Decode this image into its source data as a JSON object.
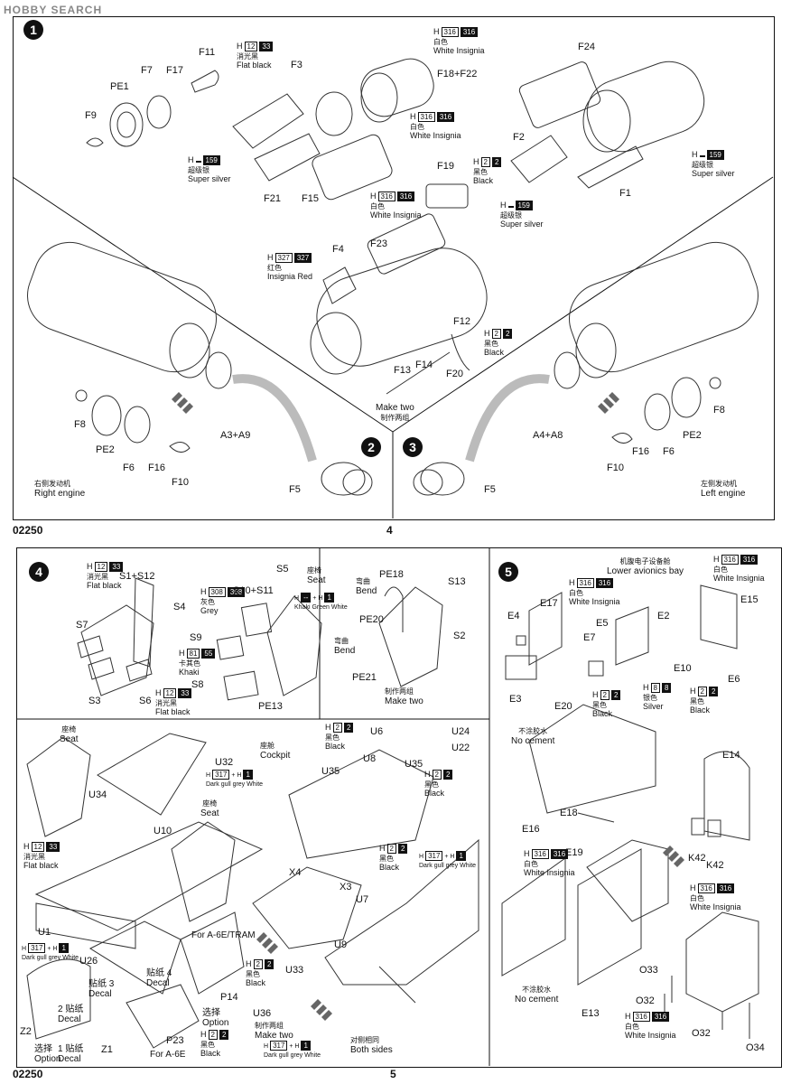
{
  "watermark": "HOBBY SEARCH",
  "page_top": {
    "number": "4",
    "code": "02250"
  },
  "page_bottom": {
    "number": "5",
    "code": "02250"
  },
  "steps": {
    "s1": "1",
    "s2": "2",
    "s3": "3",
    "s4": "4",
    "s5": "5"
  },
  "colors": {
    "flat_black": {
      "code": "12",
      "code2": "33",
      "cn": "消光黑",
      "en": "Flat black"
    },
    "white1": {
      "code": "316",
      "code2": "316",
      "cn": "白色",
      "en": "White Insignia"
    },
    "super_silver": {
      "code": "",
      "code2": "159",
      "cn": "超级银",
      "en": "Super silver"
    },
    "black": {
      "code": "2",
      "code2": "2",
      "cn": "黑色",
      "en": "Black"
    },
    "red": {
      "code": "327",
      "code2": "327",
      "cn": "红色",
      "en": "Insignia Red"
    },
    "grey": {
      "code": "308",
      "code2": "308",
      "cn": "灰色",
      "en": "Grey"
    },
    "khaki": {
      "code": "81",
      "code2": "55",
      "cn": "卡其色",
      "en": "Khaki"
    },
    "silver": {
      "code": "8",
      "code2": "8",
      "cn": "银色",
      "en": "Silver"
    },
    "dgg": {
      "code": "317",
      "code2": "317",
      "cn": "灰色",
      "en": "Dark gull grey"
    },
    "white2": {
      "code": "1",
      "code2": "1",
      "cn": "白色",
      "en": "White"
    }
  },
  "p1": {
    "parts": [
      "F11",
      "F7",
      "F17",
      "PE1",
      "F9",
      "F3",
      "F18+F22",
      "F24",
      "F2",
      "F21",
      "F15",
      "F19",
      "F1",
      "F23",
      "F4",
      "F12",
      "F13",
      "F14",
      "F20",
      "A3+A9",
      "F8",
      "PE2",
      "F6",
      "F16",
      "F10",
      "F5",
      "A4+A8",
      "F8",
      "F6",
      "PE2",
      "F16",
      "F10",
      "F5"
    ],
    "make_two_cn": "制作两组",
    "make_two": "Make two",
    "right_cn": "右侧发动机",
    "right": "Right engine",
    "left_cn": "左侧发动机",
    "left": "Left engine"
  },
  "p2": {
    "step4_parts": [
      "S1+S12",
      "S4",
      "S7",
      "S3",
      "S6",
      "S10+S11",
      "S9",
      "S8",
      "PE13",
      "S5",
      "PE18",
      "S13",
      "PE20",
      "S2",
      "PE21"
    ],
    "seat_cn": "座椅",
    "seat": "Seat",
    "bend_cn": "弯曲",
    "bend": "Bend",
    "make_two_cn": "制作两组",
    "make_two": "Make two",
    "khaki_green": "Khaki Green",
    "white_small": "White",
    "step5_title_cn": "机腹电子设备舱",
    "step5_title": "Lower avionics bay",
    "step5_parts": [
      "E17",
      "E4",
      "E5",
      "E7",
      "E3",
      "E20",
      "E2",
      "E15",
      "E10",
      "E6",
      "E18",
      "E16",
      "E19",
      "E14",
      "K42",
      "K42",
      "O33",
      "O32",
      "E13",
      "O32",
      "O34"
    ],
    "no_cement_cn": "不涂胶水",
    "no_cement": "No cement",
    "cockpit_cn": "座舱",
    "cockpit": "Cockpit",
    "cockpit_parts": [
      "U32",
      "U34",
      "U10",
      "U1",
      "U26",
      "Z2",
      "Z1",
      "P23",
      "P14",
      "U24",
      "U6",
      "U8",
      "U22",
      "U35",
      "U35",
      "X4",
      "X3",
      "U7",
      "U9",
      "U33",
      "U36"
    ],
    "for_a6e_tram": "For A-6E/TRAM",
    "for_a6e": "For A-6E",
    "decal_cn": "贴纸",
    "decal": "Decal",
    "option_cn": "选择",
    "option": "Option",
    "both_sides_cn": "对侧相同",
    "both_sides": "Both sides",
    "decal_nums": [
      "1",
      "2",
      "3",
      "4"
    ]
  }
}
